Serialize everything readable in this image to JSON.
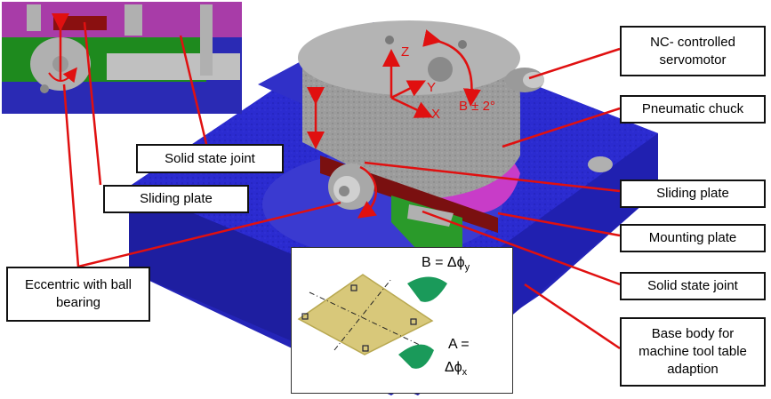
{
  "labels": {
    "nc_servomotor": [
      "NC- controlled",
      "servomotor"
    ],
    "pneumatic_chuck": "Pneumatic chuck",
    "solid_state_joint_top": "Solid state joint",
    "sliding_plate_left": "Sliding plate",
    "sliding_plate_right": "Sliding plate",
    "mounting_plate": "Mounting plate",
    "solid_state_joint_right": "Solid state joint",
    "eccentric": [
      "Eccentric with ball",
      "bearing"
    ],
    "base_body": [
      "Base body for",
      "machine tool table",
      "adaption"
    ]
  },
  "axes": {
    "z": "Z",
    "y": "Y",
    "x": "X",
    "b_range": "B ± 2°"
  },
  "inset": {
    "b_label": "B = Δϕ",
    "b_sub": "y",
    "a_label_1": "A =",
    "a_label_2": "Δϕ",
    "a_sub": "x"
  },
  "colors": {
    "base_blue": "#2a2acc",
    "leader_red": "#e01010",
    "magenta": "#c83cc8",
    "steel_grey": "#9a9a9a",
    "inset_plate": "#d8c87a",
    "arrow_green": "#1a9a5a"
  }
}
